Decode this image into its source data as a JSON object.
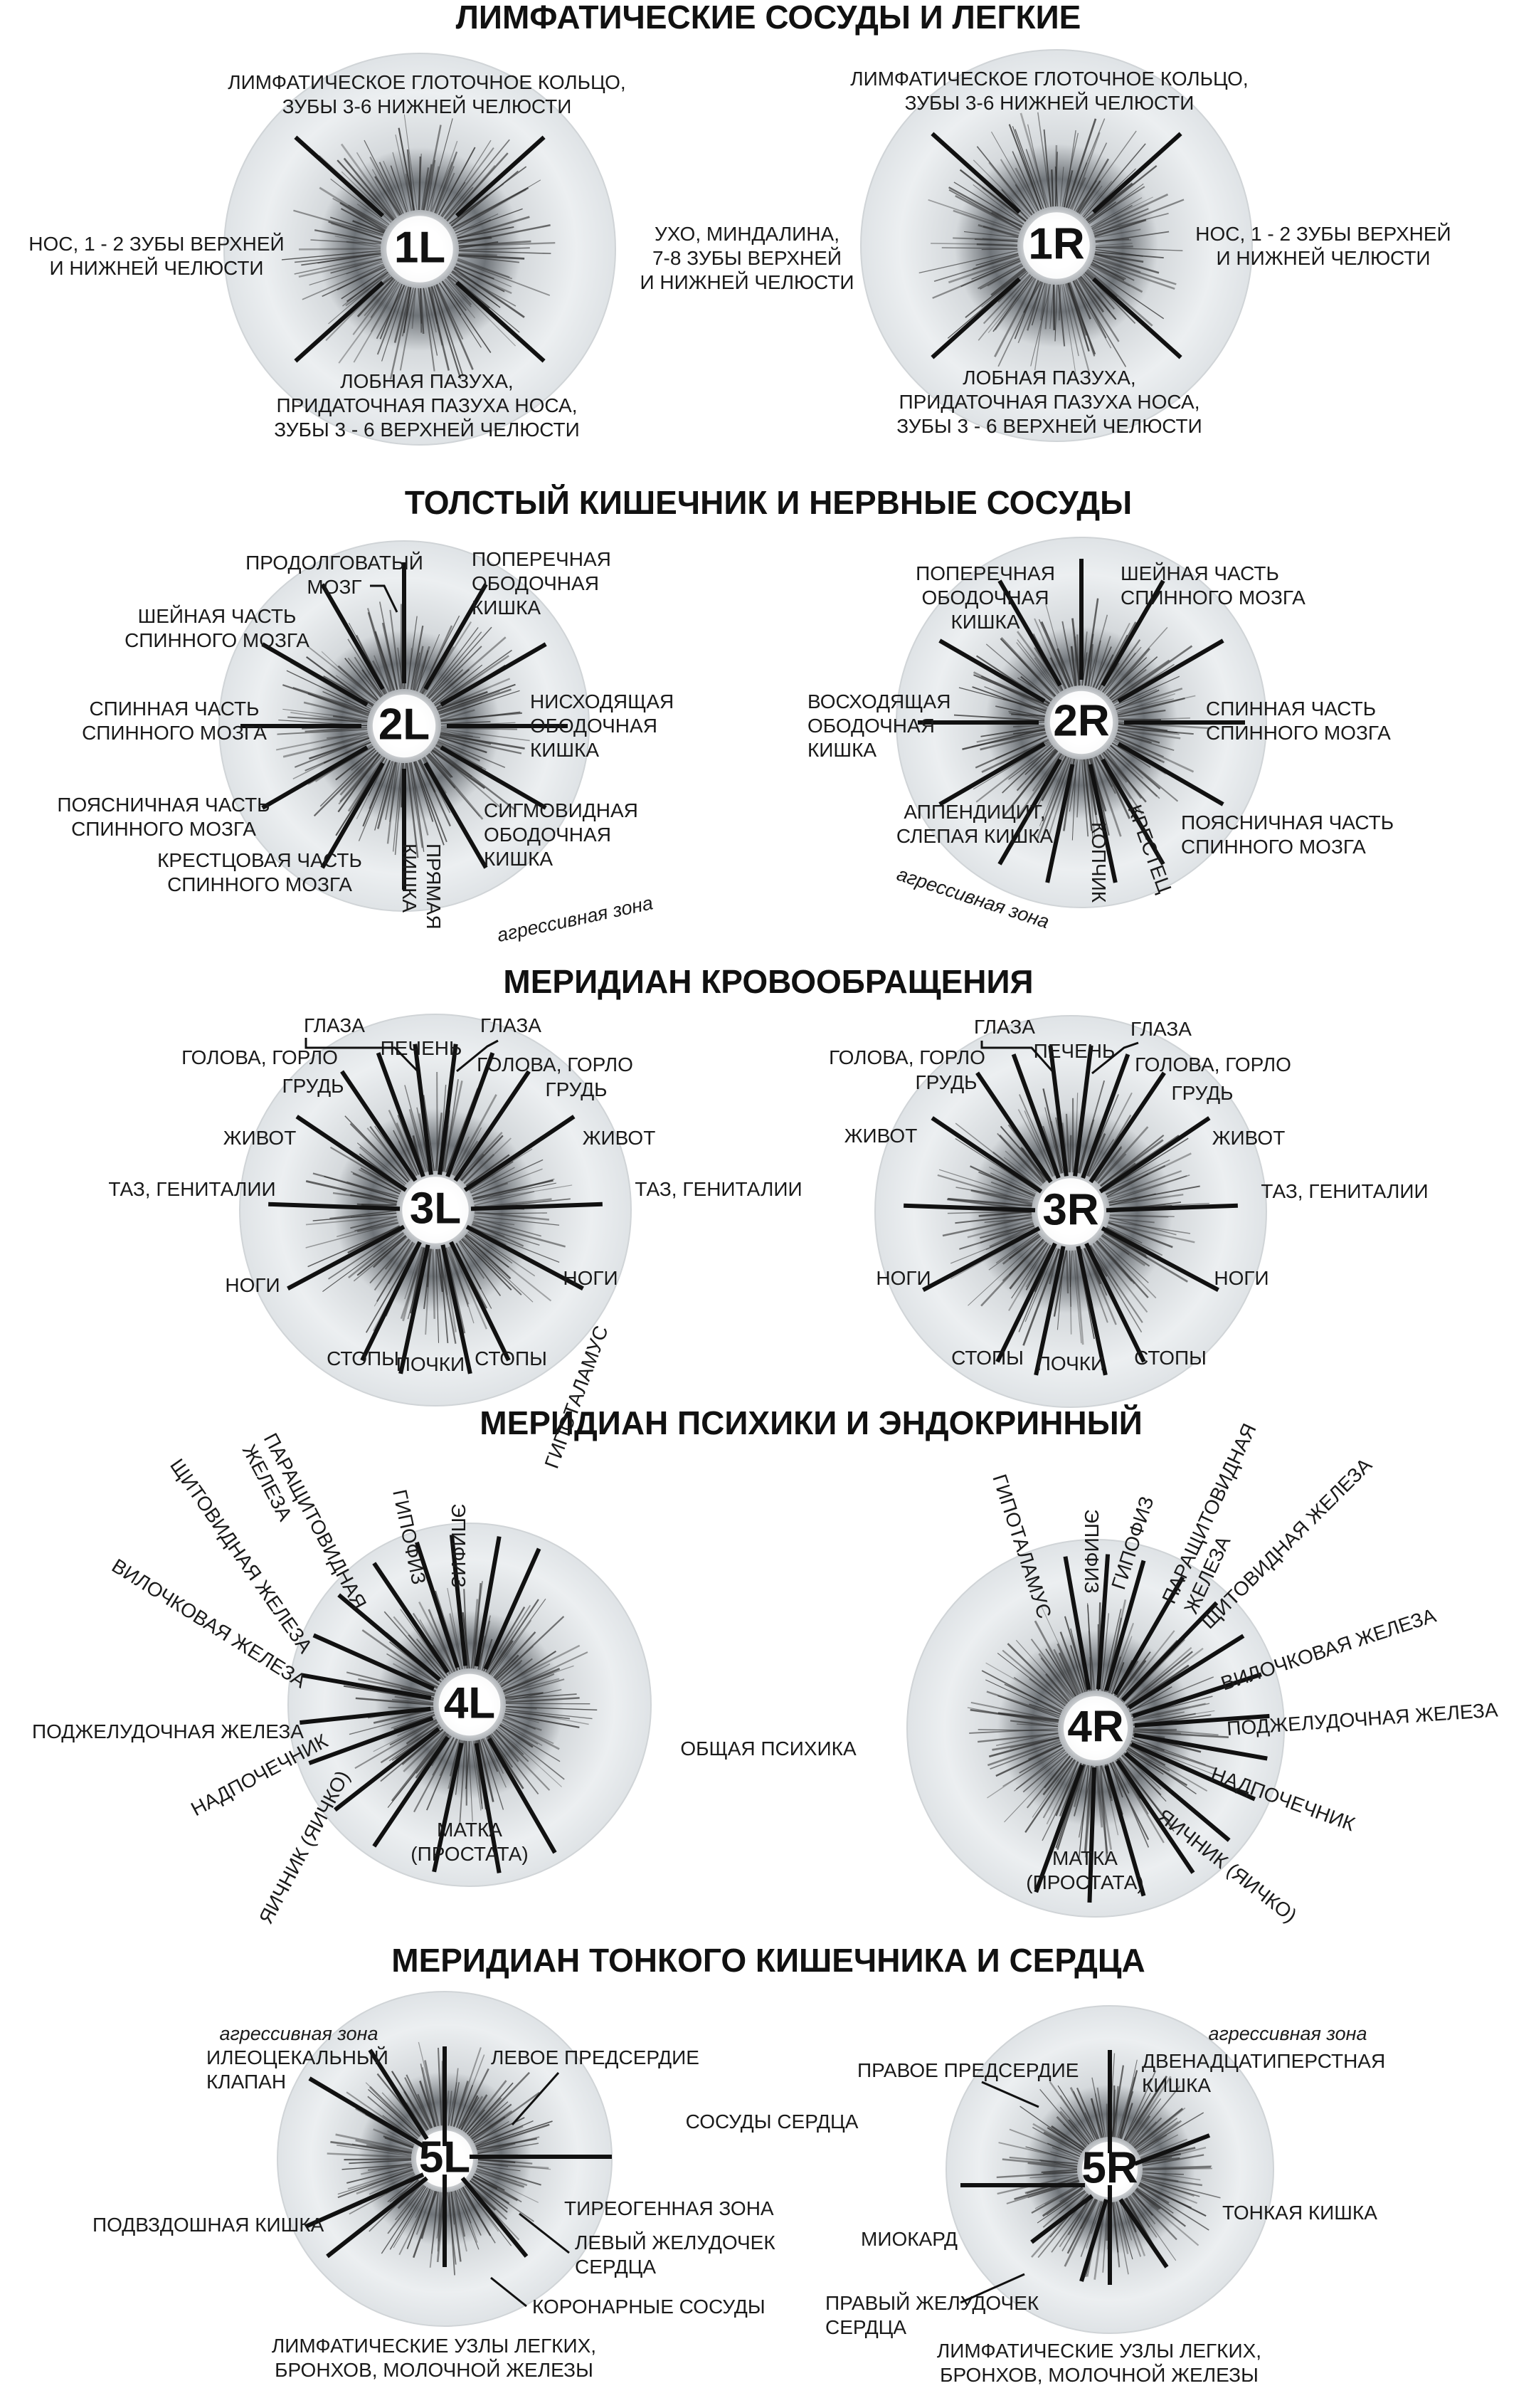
{
  "sections": [
    {
      "title": "ЛИМФАТИЧЕСКИЕ СОСУДЫ И ЛЕГКИЕ",
      "left": {
        "code": "1L",
        "labels": [
          [
            "ЛИМФАТИЧЕСКОЕ ГЛОТОЧНОЕ КОЛЬЦО,",
            "ЗУБЫ 3-6 НИЖНЕЙ ЧЕЛЮСТИ"
          ],
          [
            "НОС, 1 - 2 ЗУБЫ ВЕРХНЕЙ",
            "И НИЖНЕЙ ЧЕЛЮСТИ"
          ],
          [
            "УХО, МИНДАЛИНА,",
            "7-8 ЗУБЫ ВЕРХНЕЙ",
            "И НИЖНЕЙ ЧЕЛЮСТИ"
          ],
          [
            "ЛОБНАЯ ПАЗУХА,",
            "ПРИДАТОЧНАЯ ПАЗУХА НОСА,",
            "ЗУБЫ 3 - 6 ВЕРХНЕЙ ЧЕЛЮСТИ"
          ]
        ]
      },
      "right": {
        "code": "1R",
        "labels": [
          [
            "ЛИМФАТИЧЕСКОЕ ГЛОТОЧНОЕ КОЛЬЦО,",
            "ЗУБЫ 3-6 НИЖНЕЙ ЧЕЛЮСТИ"
          ],
          [
            "НОС, 1 - 2 ЗУБЫ ВЕРХНЕЙ",
            "И НИЖНЕЙ ЧЕЛЮСТИ"
          ],
          [
            "ЛОБНАЯ ПАЗУХА,",
            "ПРИДАТОЧНАЯ ПАЗУХА НОСА,",
            "ЗУБЫ 3 - 6 ВЕРХНЕЙ ЧЕЛЮСТИ"
          ]
        ]
      }
    },
    {
      "title": "ТОЛСТЫЙ КИШЕЧНИК И НЕРВНЫЕ СОСУДЫ",
      "left": {
        "code": "2L",
        "aggressive": "агрессивная зона",
        "labels": [
          [
            "ПРОДОЛГОВАТЫЙ",
            "МОЗГ"
          ],
          [
            "ПОПЕРЕЧНАЯ",
            "ОБОДОЧНАЯ",
            "КИШКА"
          ],
          [
            "ШЕЙНАЯ ЧАСТЬ",
            "СПИННОГО МОЗГА"
          ],
          [
            "НИСХОДЯЩАЯ",
            "ОБОДОЧНАЯ",
            "КИШКА"
          ],
          [
            "СПИННАЯ ЧАСТЬ",
            "СПИННОГО МОЗГА"
          ],
          [
            "ПОЯСНИЧНАЯ ЧАСТЬ",
            "СПИННОГО МОЗГА"
          ],
          [
            "СИГМОВИДНАЯ",
            "ОБОДОЧНАЯ",
            "КИШКА"
          ],
          [
            "КРЕСТЦОВАЯ ЧАСТЬ",
            "СПИННОГО МОЗГА"
          ],
          [
            "ПРЯМАЯ",
            "КИШКА"
          ]
        ]
      },
      "right": {
        "code": "2R",
        "aggressive": "агрессивная зона",
        "labels": [
          [
            "ПОПЕРЕЧНАЯ",
            "ОБОДОЧНАЯ",
            "КИШКА"
          ],
          [
            "ШЕЙНАЯ ЧАСТЬ",
            "СПИННОГО МОЗГА"
          ],
          [
            "ВОСХОДЯЩАЯ",
            "ОБОДОЧНАЯ",
            "КИШКА"
          ],
          [
            "СПИННАЯ ЧАСТЬ",
            "СПИННОГО МОЗГА"
          ],
          [
            "АППЕНДИЦИТ,",
            "СЛЕПАЯ КИШКА"
          ],
          [
            "ПОЯСНИЧНАЯ ЧАСТЬ",
            "СПИННОГО МОЗГА"
          ],
          [
            "КОПЧИК"
          ],
          [
            "КРЕСТЕЦ"
          ]
        ]
      }
    },
    {
      "title": "МЕРИДИАН КРОВООБРАЩЕНИЯ",
      "left": {
        "code": "3L",
        "labels": [
          [
            "ГЛАЗА"
          ],
          [
            "ПЕЧЕНЬ"
          ],
          [
            "ГЛАЗА"
          ],
          [
            "ГОЛОВА, ГОРЛО"
          ],
          [
            "ГОЛОВА, ГОРЛО"
          ],
          [
            "ГРУДЬ"
          ],
          [
            "ГРУДЬ"
          ],
          [
            "ЖИВОТ"
          ],
          [
            "ЖИВОТ"
          ],
          [
            "ТАЗ, ГЕНИТАЛИИ"
          ],
          [
            "ТАЗ, ГЕНИТАЛИИ"
          ],
          [
            "НОГИ"
          ],
          [
            "НОГИ"
          ],
          [
            "СТОПЫ"
          ],
          [
            "ПОЧКИ"
          ],
          [
            "СТОПЫ"
          ]
        ]
      },
      "right": {
        "code": "3R",
        "labels": [
          [
            "ГЛАЗА"
          ],
          [
            "ПЕЧЕНЬ"
          ],
          [
            "ГЛАЗА"
          ],
          [
            "ГОЛОВА, ГОРЛО"
          ],
          [
            "ГОЛОВА, ГОРЛО"
          ],
          [
            "ГРУДЬ"
          ],
          [
            "ГРУДЬ"
          ],
          [
            "ЖИВОТ"
          ],
          [
            "ЖИВОТ"
          ],
          [
            "ТАЗ, ГЕНИТАЛИИ"
          ],
          [
            "НОГИ"
          ],
          [
            "НОГИ"
          ],
          [
            "СТОПЫ"
          ],
          [
            "ПОЧКИ"
          ],
          [
            "СТОПЫ"
          ]
        ]
      }
    },
    {
      "title": "МЕРИДИАН ПСИХИКИ И ЭНДОКРИННЫЙ",
      "center_label": "ОБЩАЯ ПСИХИКА",
      "left": {
        "code": "4L",
        "labels": [
          [
            "ПАРАЩИТОВИДНАЯ",
            "ЖЕЛЕЗА"
          ],
          [
            "ЩИТОВИДНАЯ ЖЕЛЕЗА"
          ],
          [
            "ГИПОФИЗ"
          ],
          [
            "ЭПИФИЗ"
          ],
          [
            "ГИПОТАЛАМУС"
          ],
          [
            "ВИЛОЧКОВАЯ ЖЕЛЕЗА"
          ],
          [
            "ПОДЖЕЛУДОЧНАЯ ЖЕЛЕЗА"
          ],
          [
            "НАДПОЧЕЧНИК"
          ],
          [
            "ЯИЧНИК (ЯИЧКО)"
          ],
          [
            "МАТКА",
            "(ПРОСТАТА)"
          ]
        ]
      },
      "right": {
        "code": "4R",
        "labels": [
          [
            "ГИПОТАЛАМУС"
          ],
          [
            "ЭПИФИЗ"
          ],
          [
            "ГИПОФИЗ"
          ],
          [
            "ПАРАЩИТОВИДНАЯ",
            "ЖЕЛЕЗА"
          ],
          [
            "ЩИТОВИДНАЯ ЖЕЛЕЗА"
          ],
          [
            "ВИЛОЧКОВАЯ ЖЕЛЕЗА"
          ],
          [
            "ПОДЖЕЛУДОЧНАЯ ЖЕЛЕЗА"
          ],
          [
            "НАДПОЧЕЧНИК"
          ],
          [
            "ЯИЧНИК (ЯИЧКО)"
          ],
          [
            "МАТКА",
            "(ПРОСТАТА)"
          ]
        ]
      }
    },
    {
      "title": "МЕРИДИАН ТОНКОГО КИШЕЧНИКА И СЕРДЦА",
      "center_label": "СОСУДЫ СЕРДЦА",
      "left": {
        "code": "5L",
        "aggressive": "агрессивная зона",
        "labels": [
          [
            "ИЛЕОЦЕКАЛЬНЫЙ",
            "КЛАПАН"
          ],
          [
            "ЛЕВОЕ ПРЕДСЕРДИЕ"
          ],
          [
            "ПОДВЗДОШНАЯ КИШКА"
          ],
          [
            "ТИРЕОГЕННАЯ ЗОНА"
          ],
          [
            "ЛЕВЫЙ ЖЕЛУДОЧЕК",
            "СЕРДЦА"
          ],
          [
            "КОРОНАРНЫЕ СОСУДЫ"
          ],
          [
            "ЛИМФАТИЧЕСКИЕ УЗЛЫ ЛЕГКИХ,",
            "БРОНХОВ, МОЛОЧНОЙ ЖЕЛЕЗЫ"
          ]
        ]
      },
      "right": {
        "code": "5R",
        "aggressive": "агрессивная зона",
        "labels": [
          [
            "ПРАВОЕ ПРЕДСЕРДИЕ"
          ],
          [
            "ДВЕНАДЦАТИПЕРСТНАЯ",
            "КИШКА"
          ],
          [
            "МИОКАРД"
          ],
          [
            "ТОНКАЯ КИШКА"
          ],
          [
            "ПРАВЫЙ ЖЕЛУДОЧЕК",
            "СЕРДЦА"
          ],
          [
            "ЛИМФАТИЧЕСКИЕ УЗЛЫ ЛЕГКИХ,",
            "БРОНХОВ, МОЛОЧНОЙ ЖЕЛЕЗЫ"
          ]
        ]
      }
    }
  ],
  "chart_data": {
    "type": "diagram",
    "subject": "iris meridian map",
    "iris_count": 10,
    "colors": {
      "ink": "#111111",
      "iris_light": "#f2f4f6",
      "iris_mid": "#c6cbd0",
      "fiber": "#3a3a3a"
    }
  }
}
